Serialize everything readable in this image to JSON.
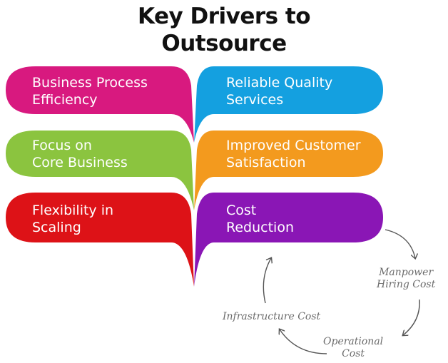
{
  "title": {
    "line1": "Key Drivers to",
    "line2": "Outsource"
  },
  "drivers": [
    {
      "line1": "Business Process",
      "line2": "Efficiency",
      "color": "#D8197F"
    },
    {
      "line1": "Reliable Quality",
      "line2": "Services",
      "color": "#14A0E0"
    },
    {
      "line1": "Focus on",
      "line2": "Core Business",
      "color": "#8BC43F"
    },
    {
      "line1": "Improved Customer",
      "line2": "Satisfaction",
      "color": "#F39A1E"
    },
    {
      "line1": "Flexibility in",
      "line2": "Scaling",
      "color": "#DD1217"
    },
    {
      "line1": "Cost",
      "line2": "Reduction",
      "color": "#8A16B5"
    }
  ],
  "cost_cycle": {
    "manpower": {
      "line1": "Manpower",
      "line2": "Hiring Cost"
    },
    "operational": {
      "line1": "Operational",
      "line2": "Cost"
    },
    "infrastructure": "Infrastructure Cost"
  }
}
